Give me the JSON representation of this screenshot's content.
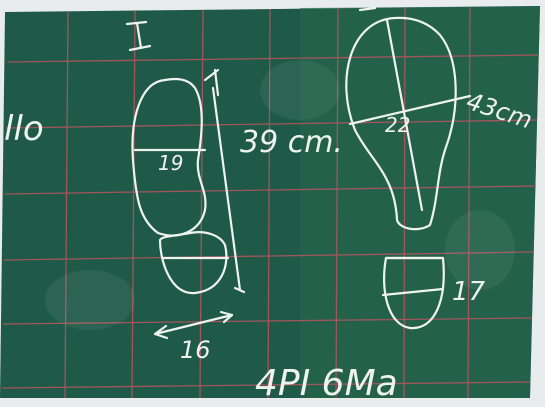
{
  "photo": {
    "subject": "chalkboard-with-footprint-drawings",
    "board_color": "#1f5a48",
    "grid_color": "#b8555e",
    "frame_color": "#e9ecec",
    "chalk_color": "#eef3ee"
  },
  "chalk_text": {
    "roman_numeral_left": "I",
    "left_edge_text": "llo",
    "length_label": "39 cm.",
    "top_foot_width": "19",
    "bottom_width": "16",
    "right_sole_width": "22",
    "right_sole_length": "43cm",
    "right_heel_width": "17",
    "bottom_caption": "4PI 6Ma"
  }
}
